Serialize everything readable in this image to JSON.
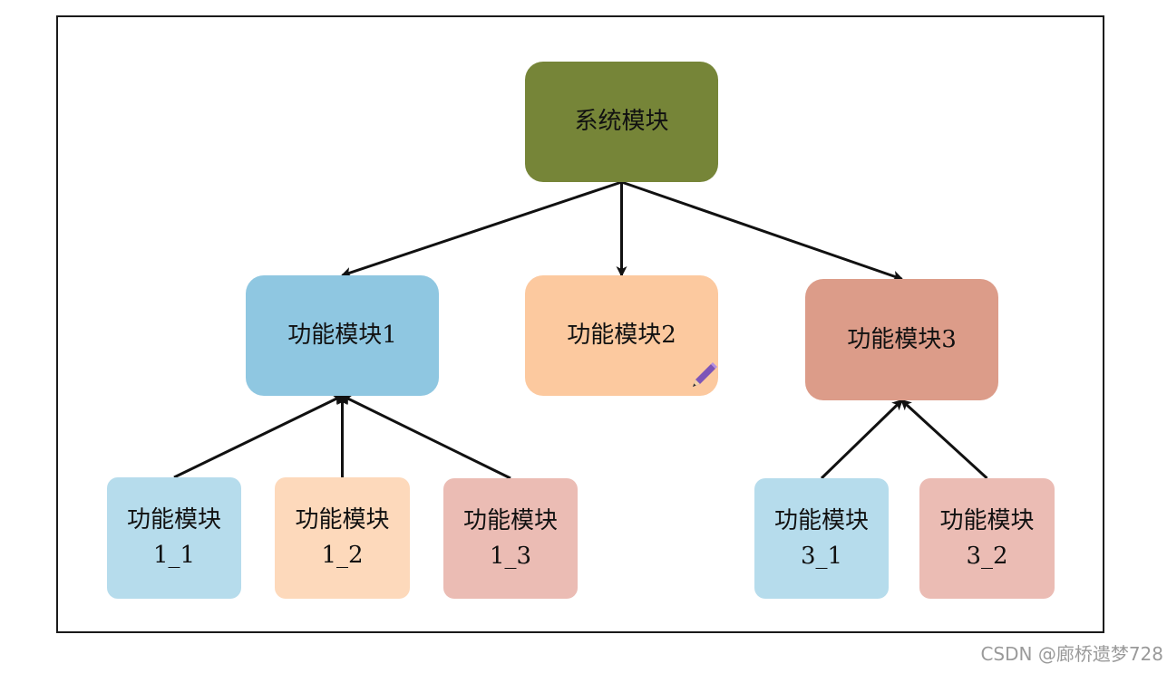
{
  "colors": {
    "root": "#768538",
    "blue": "#8fc7e1",
    "orange": "#fcc99f",
    "red": "#dc9c89",
    "light_blue": "#b6dcec",
    "light_orange": "#fdd9bb",
    "light_red": "#ebbcb4",
    "edge": "#111111"
  },
  "nodes": {
    "root": {
      "label": "系统模块",
      "color": "root"
    },
    "f1": {
      "label": "功能模块1",
      "color": "blue"
    },
    "f2": {
      "label": "功能模块2",
      "color": "orange"
    },
    "f3": {
      "label": "功能模块3",
      "color": "red"
    },
    "f1_1": {
      "label": "功能模块\n1_1",
      "color": "light_blue"
    },
    "f1_2": {
      "label": "功能模块\n1_2",
      "color": "light_orange"
    },
    "f1_3": {
      "label": "功能模块\n1_3",
      "color": "light_red"
    },
    "f3_1": {
      "label": "功能模块\n3_1",
      "color": "light_blue"
    },
    "f3_2": {
      "label": "功能模块\n3_2",
      "color": "light_red"
    }
  },
  "edges": [
    {
      "from": "root",
      "to": "f1"
    },
    {
      "from": "root",
      "to": "f2"
    },
    {
      "from": "root",
      "to": "f3"
    },
    {
      "from": "f1_1",
      "to": "f1"
    },
    {
      "from": "f1_2",
      "to": "f1"
    },
    {
      "from": "f1_3",
      "to": "f1"
    },
    {
      "from": "f3_1",
      "to": "f3"
    },
    {
      "from": "f3_2",
      "to": "f3"
    }
  ],
  "icons": {
    "edit": "pencil-icon"
  },
  "watermark": "CSDN @廊桥遗梦728"
}
